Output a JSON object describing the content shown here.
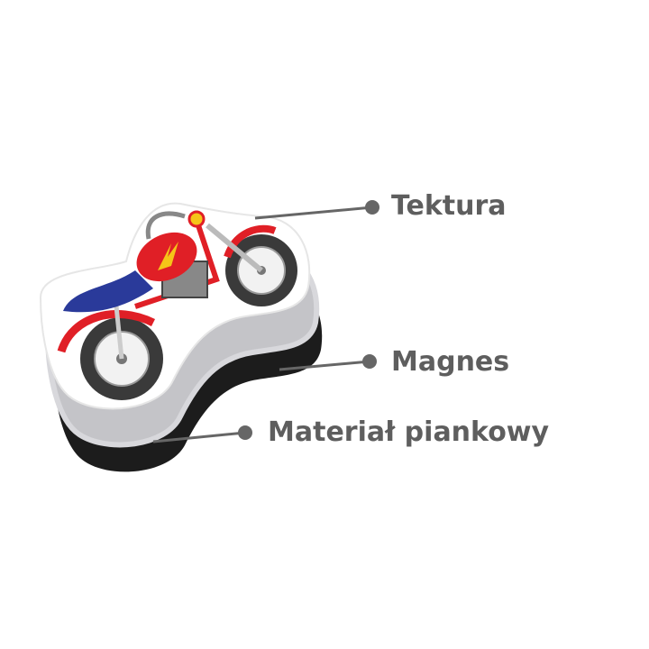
{
  "labels": {
    "cardboard": "Tektura",
    "magnet": "Magnes",
    "foam": "Materiał piankowy"
  },
  "colors": {
    "label_text": "#5e5e5e",
    "leader_line": "#666666",
    "magnet_layer": "#1c1c1c",
    "foam_layer": "#c9c9cd",
    "cardboard_layer": "#ffffff",
    "bike_red": "#e01f26",
    "bike_seat": "#2a3a9a",
    "flame": "#f5c518"
  }
}
